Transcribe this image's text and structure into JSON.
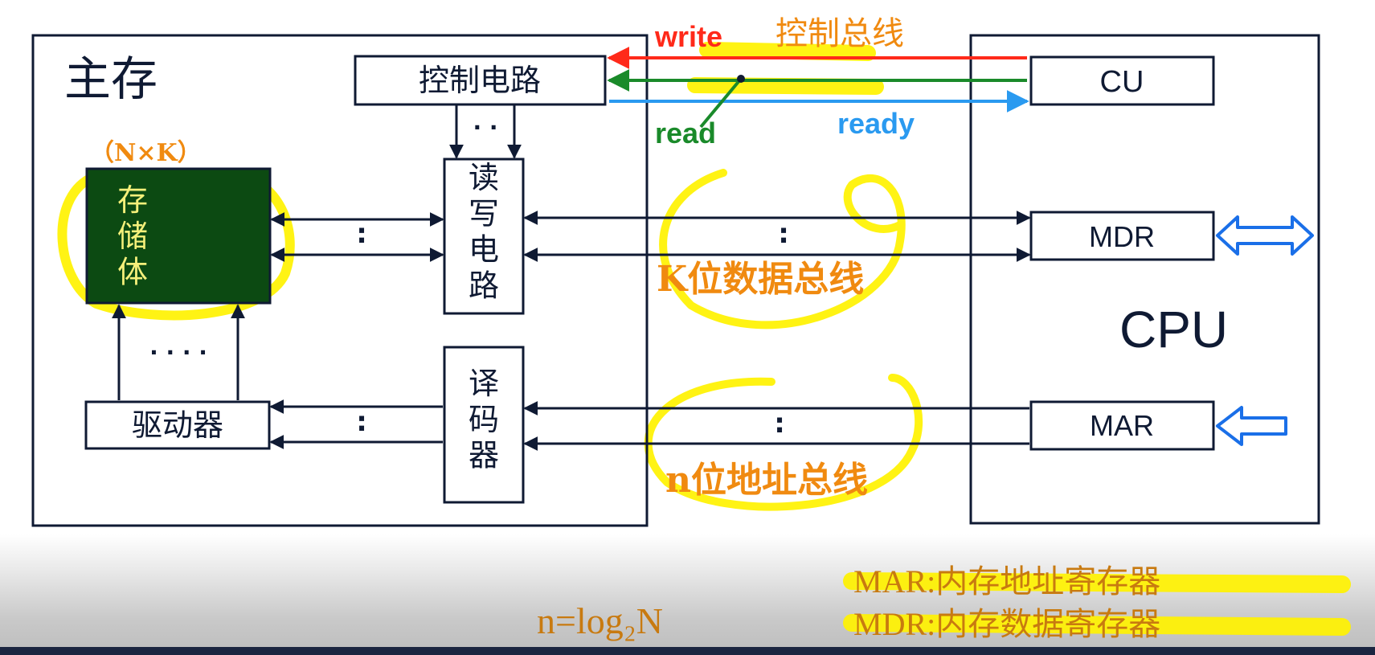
{
  "main_memory": {
    "title": "主存",
    "size_label": "（N×K）",
    "storage_text": "存\n储\n体",
    "control_circuit": "控制电路",
    "rw_circuit": "读\n写\n电\n路",
    "decoder": "译\n码\n器",
    "driver": "驱动器",
    "dots_vertical": ":",
    "dots_control": "· ·",
    "dots_driver": "· · · ·"
  },
  "cpu": {
    "title": "CPU",
    "cu": "CU",
    "mdr": "MDR",
    "mar": "MAR"
  },
  "signals": {
    "write": "write",
    "read": "read",
    "ready": "ready",
    "control_bus": "控制总线",
    "data_bus": "K位数据总线",
    "address_bus": "n位地址总线"
  },
  "notes": {
    "formula": "n=log₂N",
    "mar_def": "MAR:内存地址寄存器",
    "mdr_def": "MDR:内存数据寄存器"
  },
  "colors": {
    "write": "#ff2a1a",
    "read": "#1a8a2a",
    "ready": "#2a9af0",
    "bus_label": "#f08a10",
    "highlight": "#fff200",
    "storage_fill": "#0c4a12",
    "storage_text": "#f5f07a",
    "frame": "#0f1a33"
  }
}
